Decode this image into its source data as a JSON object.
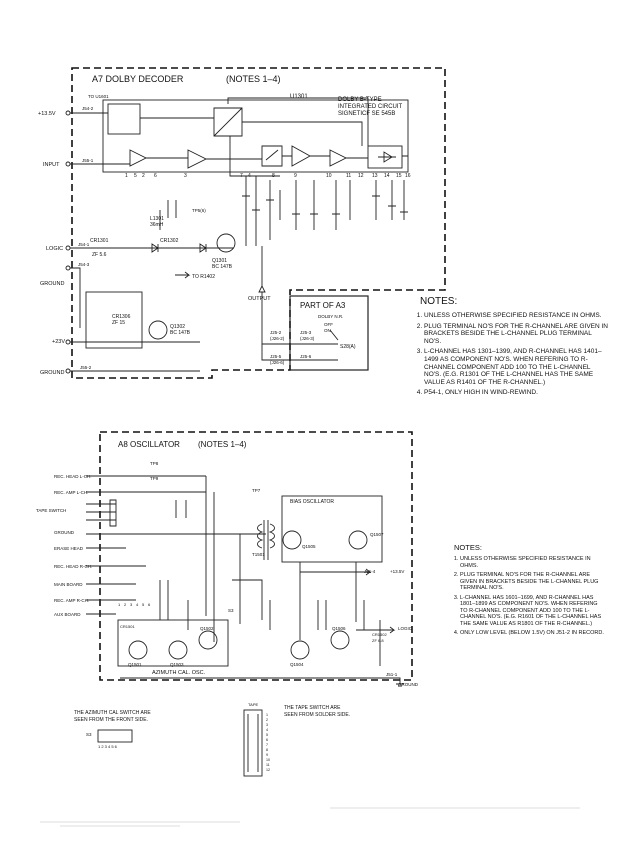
{
  "a7": {
    "title": "A7 DOLBY DECODER",
    "notes_ref": "(NOTES 1–4)",
    "ic_ref": "U1301",
    "ic_desc": [
      "DOLBY B-TYPE",
      "INTEGRATED CIRCUIT",
      "SIGNETICF SE 545B"
    ],
    "labels": {
      "supply": "+13.5V",
      "to_u1601": "TO U1601",
      "input": "INPUT",
      "logic": "LOGIC",
      "ground": "GROUND",
      "plus23": "+23V",
      "ground2": "GROUND",
      "output": "OUTPUT",
      "to_r1402": "TO R1402",
      "j54_2": "J54-2",
      "j55_1": "J55-1",
      "j54_1": "J54-1",
      "j54_3": "J54-3",
      "j55_2": "J55-2",
      "cr1301": "CR1301",
      "zf": "ZF 5.6",
      "cr1302": "CR1302",
      "q1301": "Q1301",
      "bc147b": "BC 147B",
      "q1302": "Q1302",
      "cr1306": "CR1306",
      "zf15": "ZF 15",
      "l1301": "L1301",
      "l_val": "36mH",
      "tp": "TP5(6)",
      "ic_pins": [
        "1",
        "2",
        "3",
        "4",
        "5",
        "6",
        "7",
        "8",
        "9",
        "10",
        "11",
        "12",
        "13",
        "14",
        "15",
        "16"
      ]
    }
  },
  "part_a3": {
    "title": "PART OF A3",
    "switch": "DOLBY N.R.",
    "off": "OFF",
    "on": "ON",
    "s28": "S28(A)",
    "jacks": [
      "J25-2",
      "(J26-2)",
      "J25-3",
      "(J26-3)",
      "J25-5",
      "(J26-6)",
      "J25-6"
    ]
  },
  "notes1": {
    "title": "NOTES:",
    "items": [
      "UNLESS OTHERWISE SPECIFIED RESISTANCE IN OHMS.",
      "PLUG TERMINAL NO'S FOR THE R-CHANNEL ARE GIVEN IN BRACKETS BESIDE THE L-CHANNEL PLUG TERMINAL NO'S.",
      "L-CHANNEL HAS 1301–1399, AND R-CHANNEL HAS 1401–1499 AS COMPONENT NO'S. WHEN REFERING TO R-CHANNEL COMPONENT ADD 100 TO THE L-CHANNEL NO'S. (E.G. R1301 OF THE L-CHANNEL HAS THE SAME VALUE AS R1401 OF THE R-CHANNEL.)",
      "P54-1, ONLY HIGH IN WIND-REWIND."
    ]
  },
  "a8": {
    "title": "A8 OSCILLATOR",
    "notes_ref": "(NOTES 1–4)",
    "bias": "BIAS OSCILLATOR",
    "azimuth": "AZIMUTH CAL. OSC.",
    "labels": {
      "rec_head_lch": "REC. HEAD L-CH.",
      "rec_amp_lch": "REC. AMP L-CH.",
      "tape_switch": "TAPE SWITCH",
      "ground": "GROUND",
      "erase_head": "ERASE HEAD",
      "rec_head_rch": "REC. HEAD R-CH.",
      "main_board": "MAIN BOARD",
      "rec_amp_rch": "REC. AMP R-CH.",
      "aux_board": "AUX BOARD",
      "logic": "LOGIC",
      "ground2": "GROUND",
      "supply": "+13.5V",
      "t1501": "T1501",
      "tp8": "TP8",
      "tp9": "TP9",
      "tp7": "TP7",
      "q1501": "Q1501",
      "q1502": "Q1502",
      "q1503": "Q1503",
      "q1504": "Q1504",
      "q1505": "Q1505",
      "q1506": "Q1506",
      "q1507": "Q1507",
      "bc147b": "BC 147B",
      "s3": "S3",
      "s3_pos": [
        "1",
        "2",
        "3",
        "4",
        "5",
        "6"
      ],
      "cr1501": "CR1501",
      "cr1502": "CR1502",
      "zf": "ZF 6.8",
      "j51_4": "J51-4",
      "j51_1": "J51-1"
    }
  },
  "notes2": {
    "title": "NOTES:",
    "items": [
      "UNLESS OTHERWISE SPECIFIED RESISTANCE IN OHMS.",
      "PLUG TERMINAL NO'S FOR THE R-CHANNEL ARE GIVEN IN BRACKETS BESIDE THE L-CHANNEL PLUG TERMINAL NO'S.",
      "L-CHANNEL HAS 1601–1699, AND R-CHANNEL HAS 1801–1899 AS COMPONENT NO'S. WHEN REFERING TO R-CHANNEL COMPONENT ADD 100 TO THE L-CHANNEL NO'S. (E.G. R1601 OF THE L-CHANNEL HAS THE SAME VALUE AS R1801 OF THE R-CHANNEL.)",
      "ONLY LOW LEVEL (BELOW 1.5V) ON J51-2 IN RECORD."
    ]
  },
  "footer": {
    "azimuth_note": [
      "THE AZIMUTH CAL SWITCH ARE",
      "SEEN FROM THE FRONT SIDE."
    ],
    "tape_note": [
      "THE TAPE SWITCH ARE",
      "SEEN FROM SOLDER SIDE."
    ],
    "tape_label": "TAPE",
    "s3": "S3",
    "s3_pos": "1 2 3 4 5 6",
    "tape_pos": [
      "1",
      "2",
      "3",
      "4",
      "5",
      "6",
      "7",
      "8",
      "9",
      "10",
      "11",
      "12"
    ]
  }
}
